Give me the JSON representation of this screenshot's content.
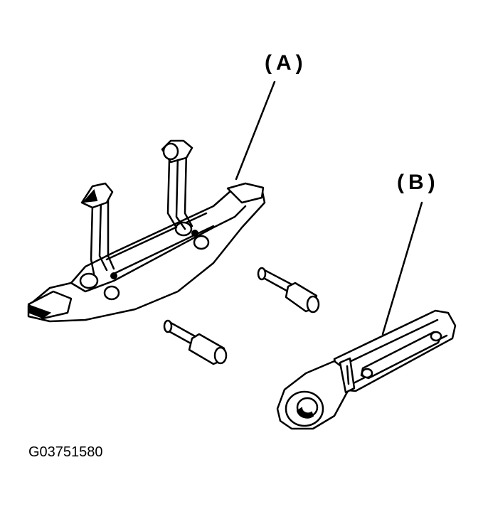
{
  "callouts": {
    "a": "(A)",
    "b": "(B)"
  },
  "figure_id": "G03751580",
  "parts": [
    {
      "callout": "(A)",
      "icon": "chain-guide-icon"
    },
    {
      "callout": "(B)",
      "icon": "lever-arm-icon"
    },
    {
      "icon": "pin-icon",
      "count": 2
    }
  ]
}
